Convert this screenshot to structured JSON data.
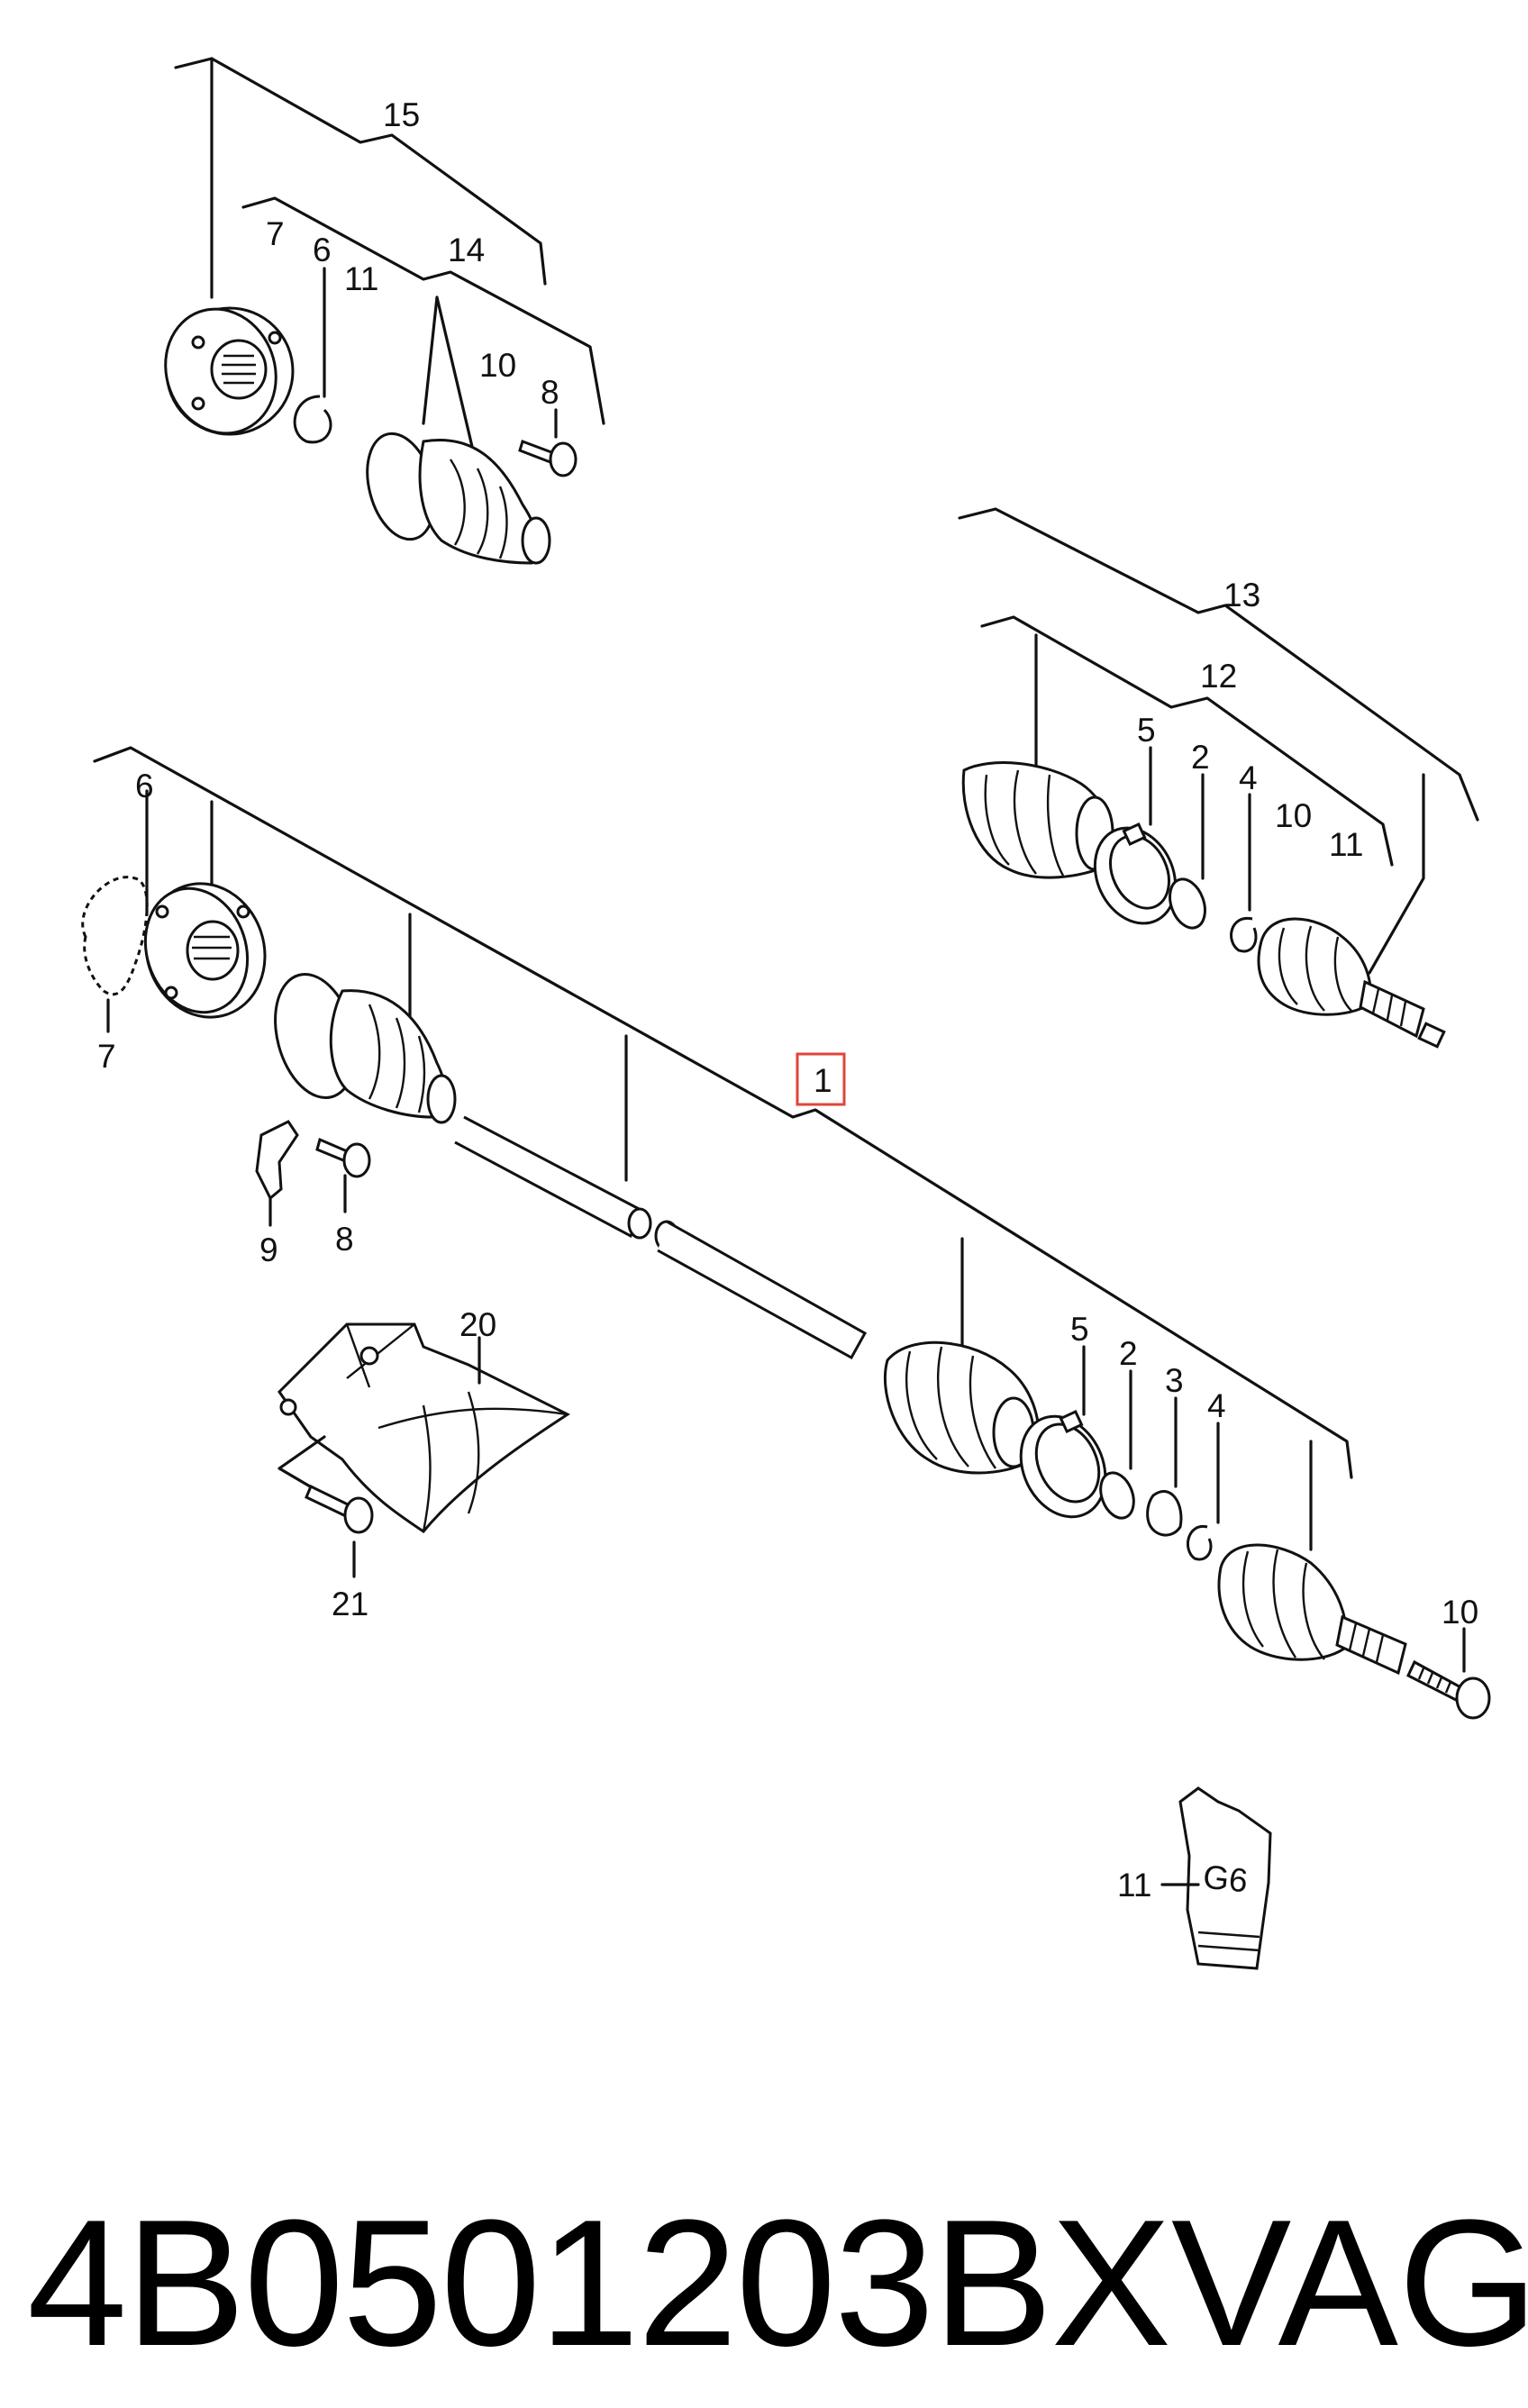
{
  "callouts": {
    "c15": "15",
    "c14": "14",
    "c7_top": "7",
    "c6_top": "6",
    "c11_top": "11",
    "c10_top": "10",
    "c8_top": "8",
    "c13": "13",
    "c12": "12",
    "c5_right": "5",
    "c2_right": "2",
    "c4_right": "4",
    "c10_right": "10",
    "c11_right": "11",
    "c6_left": "6",
    "c7_left": "7",
    "c9": "9",
    "c8_mid": "8",
    "c1": "1",
    "c20": "20",
    "c21": "21",
    "c5_bottom": "5",
    "c2_bottom": "2",
    "c3": "3",
    "c4_bottom": "4",
    "c10_bottom": "10",
    "c11_bottom": "11"
  },
  "grease_tube_text": "G6",
  "caption": {
    "part_number": "4B0501203BX",
    "brand": "VAG"
  },
  "highlight_color": "#e0453a"
}
